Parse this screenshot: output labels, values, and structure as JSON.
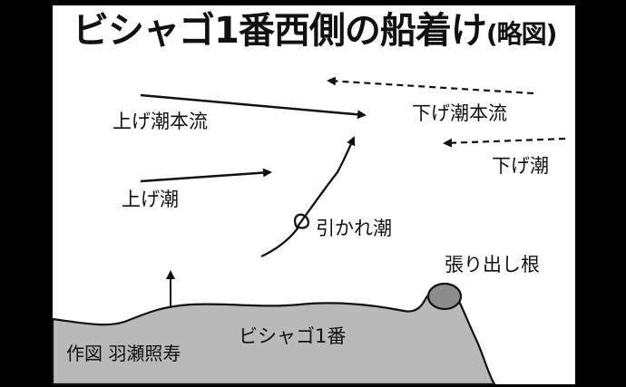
{
  "title": "ビシャゴ1番西側の船着け",
  "title_suffix": "(略図)",
  "labels": {
    "upper_flood_main": "上げ潮本流",
    "lower_ebb_main": "下げ潮本流",
    "ebb": "下げ潮",
    "flood": "上げ潮",
    "drawn_current": "引かれ潮",
    "protrusion_root": "張り出し根",
    "place_name": "ビシャゴ1番",
    "credit": "作図 羽瀬照寿"
  },
  "colors": {
    "land": "#b9b9b9",
    "rock": "#8c8c8c",
    "ink": "#111111",
    "outer": "#000000"
  }
}
